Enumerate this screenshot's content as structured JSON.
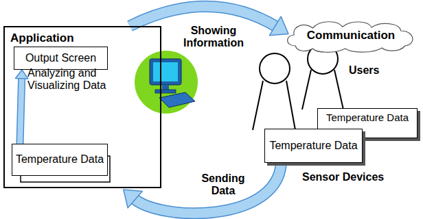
{
  "diagram": {
    "nodes": [
      {
        "text": [
          "Application"
        ]
      },
      {
        "text": [
          "Output Screen"
        ],
        "in": 0
      },
      {
        "text": [
          "Temperature Data"
        ],
        "in": 0
      },
      {
        "text": [
          "Communication"
        ]
      },
      {
        "text": [
          "Temperature Data"
        ]
      },
      {
        "text": [
          "Temperature Data"
        ]
      }
    ],
    "edges": [
      {
        "from": 2,
        "to": 1,
        "label": "Analyzing and Visualizing Data",
        "arrow": "to"
      },
      {
        "from": 0,
        "to": 3,
        "label": "Showing Information",
        "arrow": "to"
      },
      {
        "from": 5,
        "to": 0,
        "label": "Sending Data",
        "arrow": "to"
      }
    ],
    "labels": [
      "Users",
      "Sensor Devices"
    ]
  }
}
